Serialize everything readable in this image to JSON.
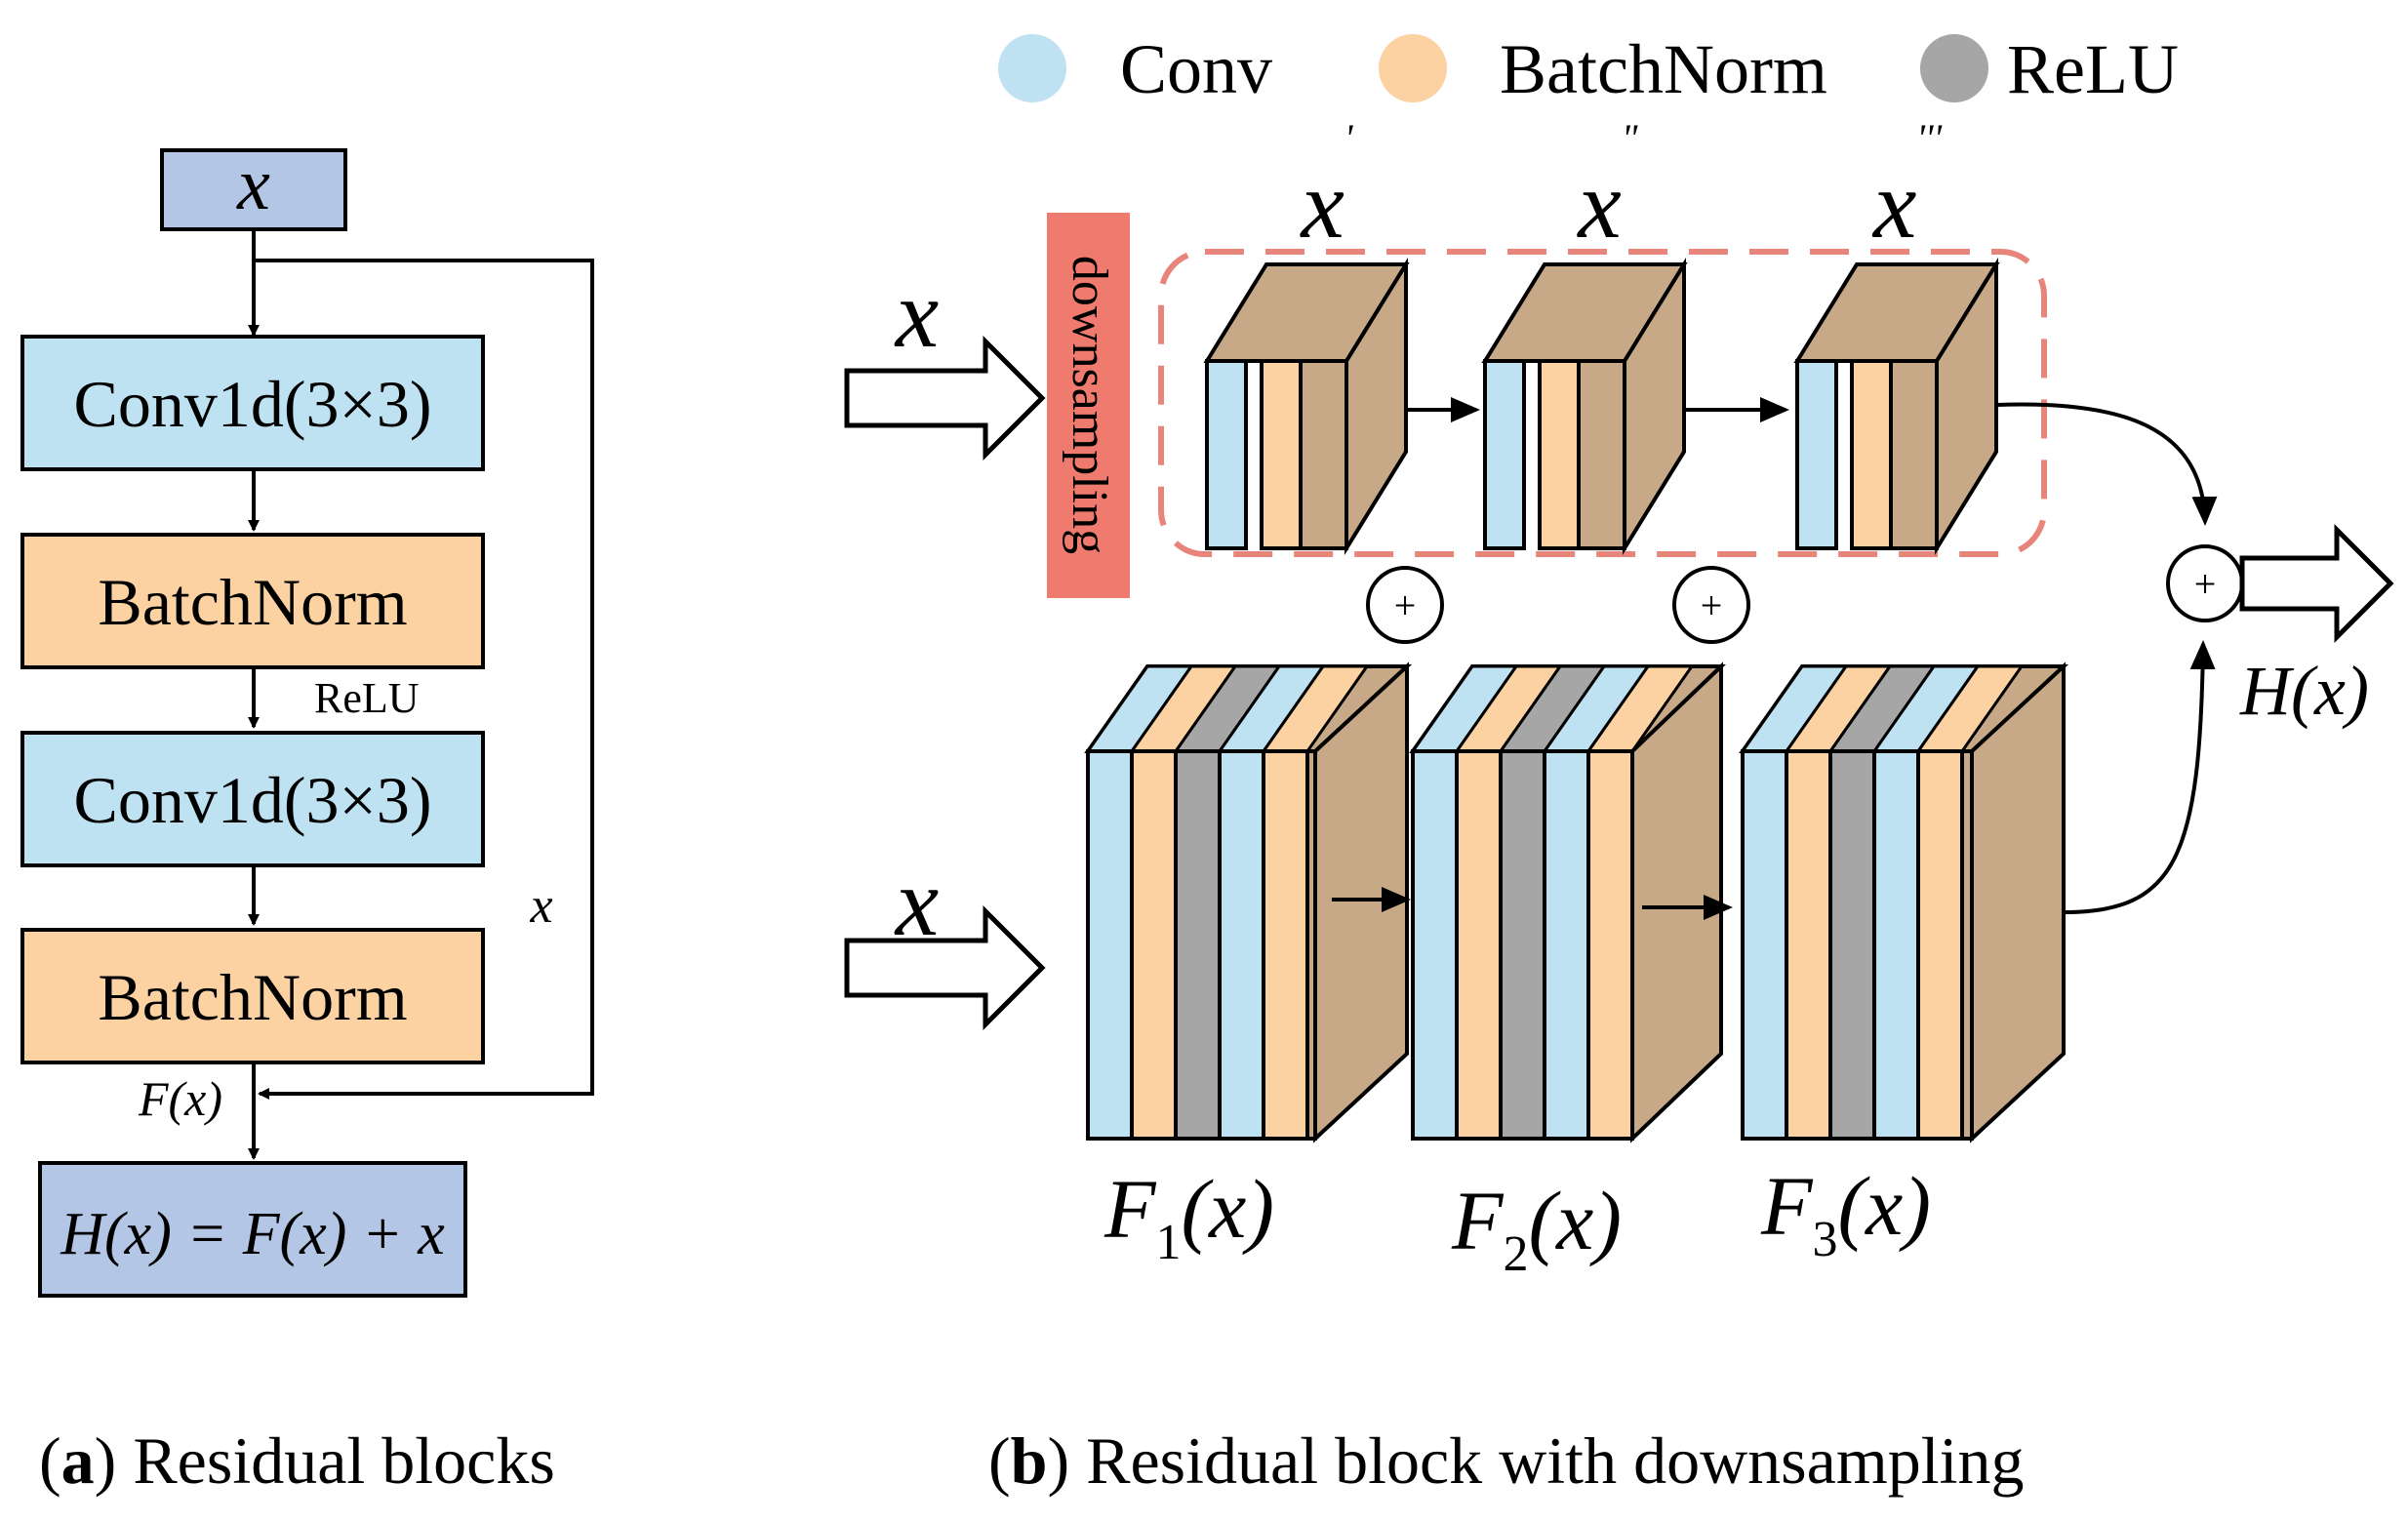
{
  "colors": {
    "conv": "#bfe2f3",
    "batchnorm": "#fdd2a2",
    "relu": "#a6a6a6",
    "block_top": "#c8a987",
    "input_box": "#b3c6e6",
    "downsample": "#ef7b6e",
    "dashed": "#e8857a"
  },
  "legend": [
    {
      "label": "Conv",
      "color_key": "conv"
    },
    {
      "label": "BatchNorm",
      "color_key": "batchnorm"
    },
    {
      "label": "ReLU",
      "color_key": "relu"
    }
  ],
  "panel_a": {
    "input": "x",
    "conv1": "Conv1d(3×3)",
    "bn1": "BatchNorm",
    "relu": "ReLU",
    "conv2": "Conv1d(3×3)",
    "bn2": "BatchNorm",
    "skip_label": "x",
    "fx_label": "F(x)",
    "output": "H(x) = F(x) + x",
    "caption_bold": "a",
    "caption_text": "Residual blocks"
  },
  "panel_b": {
    "downsampling": "downsampling",
    "input_top": "x",
    "input_bottom": "x",
    "x1": "x",
    "x1_prime": "'",
    "x2": "x",
    "x2_prime": "\"",
    "x3": "x",
    "x3_prime": "'''",
    "plus": "+",
    "hx": "H(x)",
    "f1": "F",
    "f1_sub": "1",
    "f1_arg": "(x)",
    "f2": "F",
    "f2_sub": "2",
    "f2_arg": "(x)",
    "f3": "F",
    "f3_sub": "3",
    "f3_arg": "(x)",
    "caption_bold": "b",
    "caption_text": "Residual block with downsampling"
  }
}
